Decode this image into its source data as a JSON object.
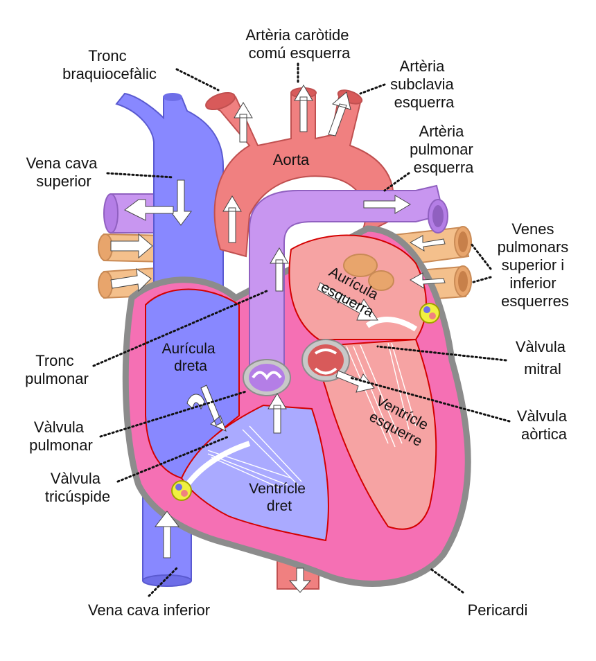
{
  "colors": {
    "background": "#ffffff",
    "deoxygenated_vein": "#8888ff",
    "oxygenated_artery": "#f08080",
    "pulmonary_artery": "#c896f0",
    "pulmonary_vein": "#f4c08c",
    "left_chambers": "#f6a3a3",
    "right_ventricle_wall": "#f570b4",
    "pericardium": "#8c8c8c",
    "outline": "#d40000"
  },
  "labels": {
    "tronc_braquiocefalic": [
      "Tronc",
      "braquiocefàlic"
    ],
    "arteria_carotide": [
      "Artèria caròtide",
      "comú esquerra"
    ],
    "arteria_subclavia": [
      "Artèria",
      "subclavia",
      "esquerra"
    ],
    "vena_cava_superior": [
      "Vena cava",
      "superior"
    ],
    "aorta": "Aorta",
    "arteria_pulmonar": [
      "Artèria",
      "pulmonar",
      "esquerra"
    ],
    "venes_pulmonars": [
      "Venes",
      "pulmonars",
      "superior i",
      "inferior",
      "esquerres"
    ],
    "auricula_esquerra": [
      "Aurícula",
      "esquerra"
    ],
    "auricula_dreta": [
      "Aurícula",
      "dreta"
    ],
    "tronc_pulmonar": [
      "Tronc",
      "pulmonar"
    ],
    "valvula_mitral": [
      "Vàlvula",
      "mitral"
    ],
    "valvula_pulmonar": [
      "Vàlvula",
      "pulmonar"
    ],
    "ventricle_esquerre": [
      "Ventrícle",
      "esquerre"
    ],
    "valvula_aortica": [
      "Vàlvula",
      "aòrtica"
    ],
    "valvula_tricuspide": [
      "Vàlvula",
      "tricúspide"
    ],
    "ventricle_dret": [
      "Ventrícle",
      "dret"
    ],
    "vena_cava_inferior": "Vena cava inferior",
    "pericardi": "Pericardi"
  }
}
